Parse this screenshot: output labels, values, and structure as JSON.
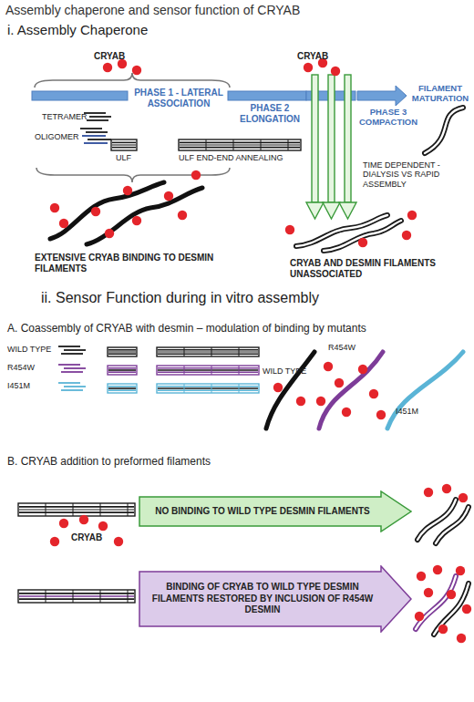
{
  "diagram": {
    "title": "Assembly chaperone and sensor function of CRYAB",
    "nodes": [
      {
        "text": [
          "NO BINDING TO WILD TYPE DESMIN FILAMENTS"
        ]
      },
      {
        "text": [
          "BINDING OF CRYAB TO WILD TYPE DESMIN FILAMENTS RESTORED BY INCLUSION OF R454W DESMIN"
        ]
      }
    ],
    "labels": [
      "i. Assembly Chaperone",
      "CRYAB",
      "CRYAB",
      "PHASE 1 - LATERAL ASSOCIATION",
      "PHASE 2 ELONGATION",
      "PHASE 3 COMPACTION",
      "FILAMENT MATURATION",
      "TETRAMER",
      "OLIGOMER",
      "ULF",
      "ULF END-END ANNEALING",
      "TIME DEPENDENT - DIALYSIS VS RAPID ASSEMBLY",
      "EXTENSIVE CRYAB BINDING TO DESMIN FILAMENTS",
      "CRYAB AND DESMIN FILAMENTS UNASSOCIATED",
      "ii. Sensor Function during in vitro assembly",
      "A. Coassembly of CRYAB with desmin – modulation of binding by mutants",
      "WILD TYPE",
      "R454W",
      "I451M",
      "WILD TYPE",
      "R454W",
      "I451M",
      "B. CRYAB addition to preformed filaments",
      "CRYAB"
    ]
  }
}
